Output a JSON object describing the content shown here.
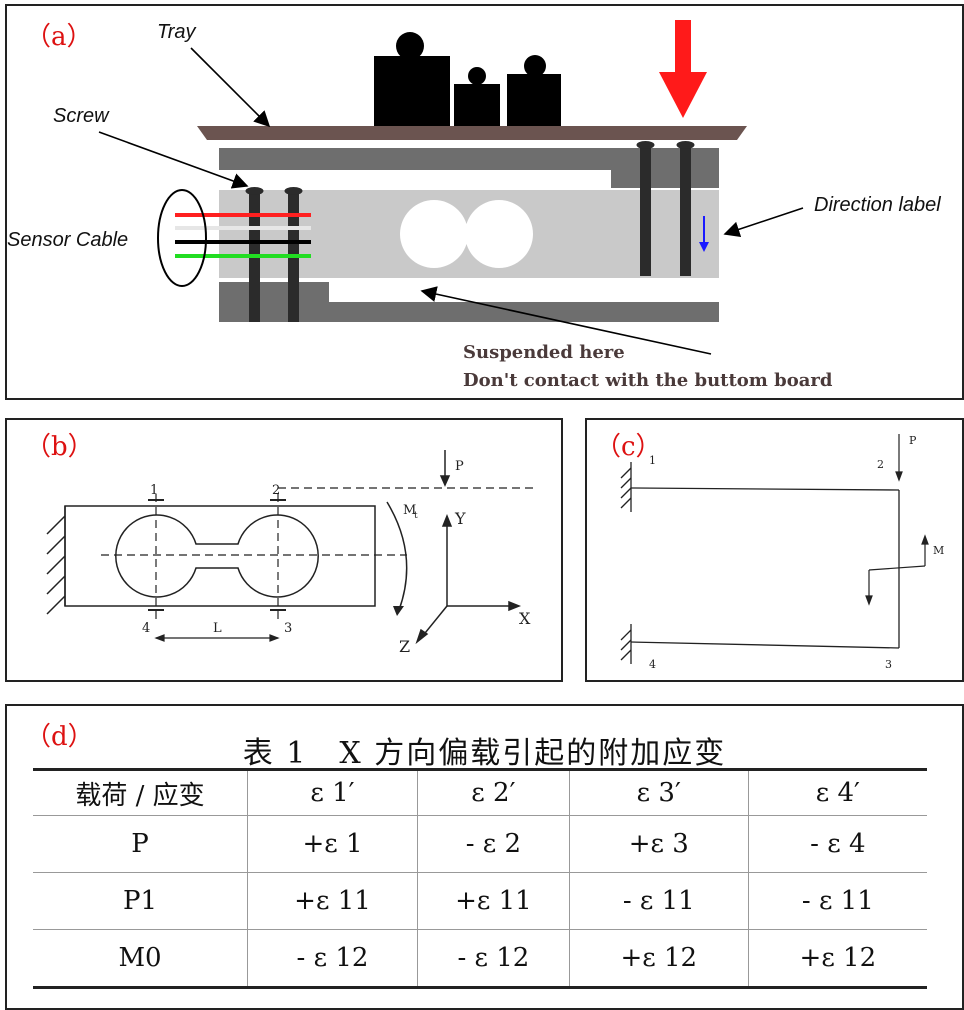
{
  "panel_a": {
    "label": "（a）",
    "tray": "Tray",
    "screw": "Screw",
    "sensor_cable": "Sensor Cable",
    "direction_label": "Direction label",
    "note_line1": "Suspended here",
    "note_line2": "Don't contact with the buttom board",
    "colors": {
      "arrow": "#ff0000",
      "tray": "#6b5450",
      "beam": "#c9c9c9",
      "plate": "#6e6e6e",
      "direction_arrow": "#0000ff"
    }
  },
  "panel_b": {
    "label": "（b）",
    "p": "P",
    "m": "M",
    "m_sub": "t",
    "y": "Y",
    "x": "X",
    "z": "Z",
    "l": "L",
    "n1": "1",
    "n2": "2",
    "n3": "3",
    "n4": "4"
  },
  "panel_c": {
    "label": "（c）",
    "p": "P",
    "m": "M",
    "n1": "1",
    "n2": "2",
    "n3": "3",
    "n4": "4"
  },
  "panel_d": {
    "label": "（d）",
    "title": "表 1　X 方向偏载引起的附加应变",
    "header": [
      "载荷 / 应变",
      "ε 1′",
      "ε 2′",
      "ε 3′",
      "ε 4′"
    ],
    "rows": [
      [
        "P",
        "+ε 1",
        "- ε 2",
        "+ε 3",
        "- ε 4"
      ],
      [
        "P1",
        "+ε 11",
        "+ε 11",
        "- ε 11",
        "- ε 11"
      ],
      [
        "M0",
        "- ε 12",
        "- ε 12",
        "+ε 12",
        "+ε 12"
      ]
    ]
  }
}
